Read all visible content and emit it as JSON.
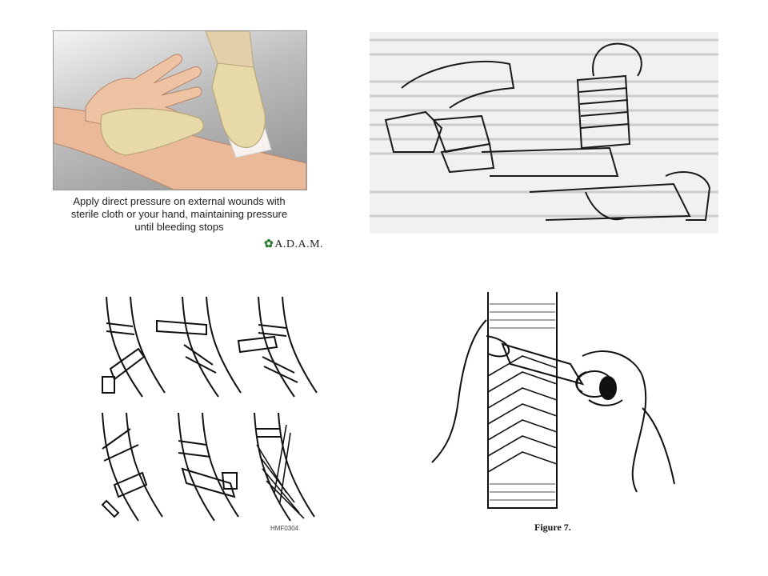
{
  "panels": {
    "top_left": {
      "caption": [
        "Apply direct pressure on external wounds with",
        "sterile cloth or your hand, maintaining pressure",
        "until bleeding stops"
      ],
      "logo": "A.D.A.M."
    },
    "top_right": {},
    "bottom_left": {
      "code": "HMF0304"
    },
    "bottom_right": {
      "figure_label": "Figure 7."
    }
  },
  "colors": {
    "glove": "#e8d9a8",
    "skin": "#e9b99a",
    "blood": "#d93a35",
    "ink": "#1a1a1a"
  }
}
